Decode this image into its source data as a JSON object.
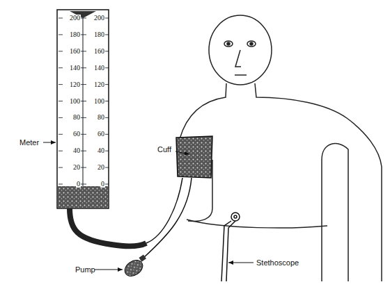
{
  "diagram": {
    "labels": [
      "Meter",
      "Cuff",
      "Pump",
      "Stethoscope",
      "200",
      "180",
      "160",
      "140",
      "120",
      "100",
      "80",
      "60",
      "40",
      "20",
      "0",
      "200",
      "180",
      "160",
      "140",
      "120",
      "100",
      "80",
      "60",
      "40",
      "20",
      "0"
    ]
  }
}
